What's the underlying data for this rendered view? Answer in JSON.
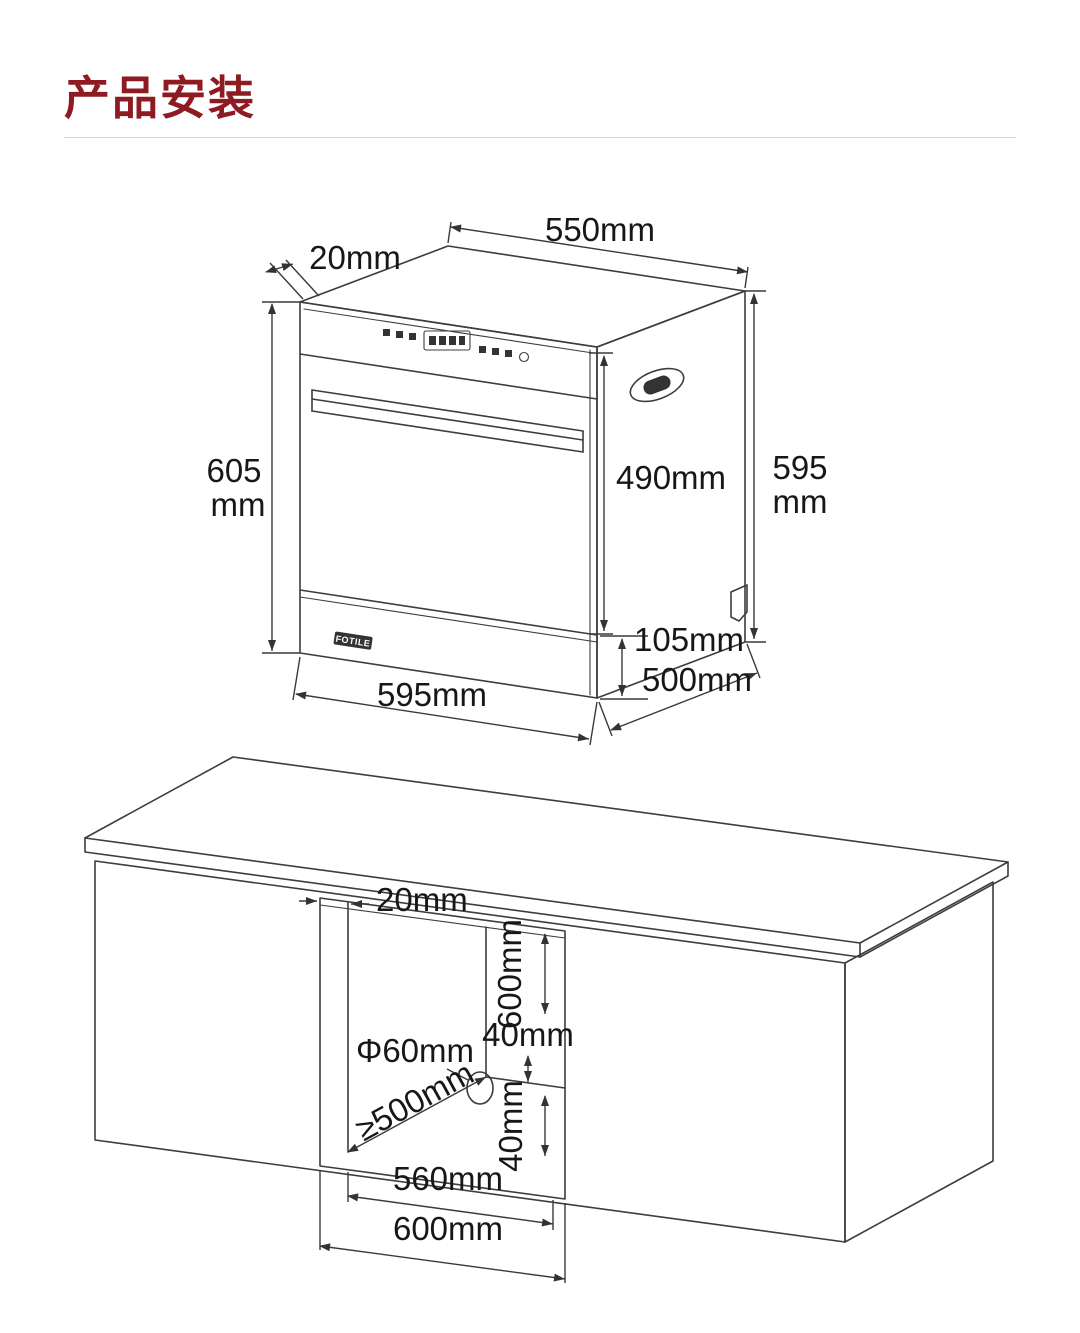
{
  "page": {
    "title": "产品安装"
  },
  "appliance_diagram": {
    "brand": "FOTILE",
    "dims": {
      "door_offset": "20mm",
      "top_width": "550mm",
      "total_height_value": "605",
      "total_height_unit": "mm",
      "door_height": "490mm",
      "side_height_value": "595",
      "side_height_unit": "mm",
      "base_height": "105mm",
      "front_width": "595mm",
      "side_depth": "500mm"
    }
  },
  "cabinet_diagram": {
    "dims": {
      "side_clearance": "20mm",
      "cavity_height": "600mm",
      "hole_offset_top": "40mm",
      "hole_diameter": "Φ60mm",
      "min_depth": "≥500mm",
      "hole_offset_bottom": "40mm",
      "inner_width": "560mm",
      "outer_width": "600mm"
    }
  }
}
